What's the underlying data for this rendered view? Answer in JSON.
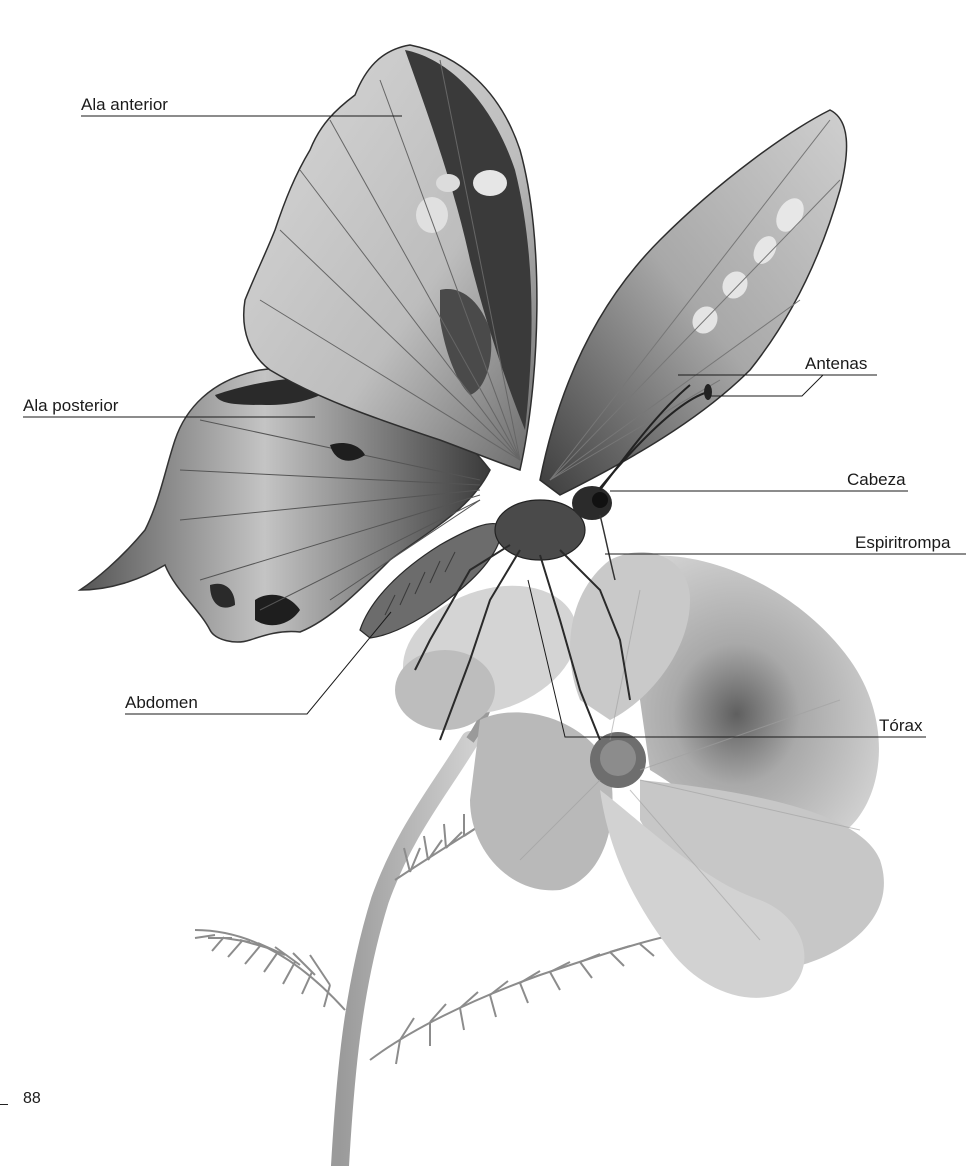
{
  "labels": {
    "ala_anterior": "Ala anterior",
    "ala_posterior": "Ala posterior",
    "abdomen": "Abdomen",
    "antenas": "Antenas",
    "cabeza": "Cabeza",
    "espiritrompa": "Espiritrompa",
    "torax": "Tórax"
  },
  "page_number": "88",
  "illustration": {
    "subject": "butterfly-on-flower",
    "style": "grayscale-pencil"
  }
}
